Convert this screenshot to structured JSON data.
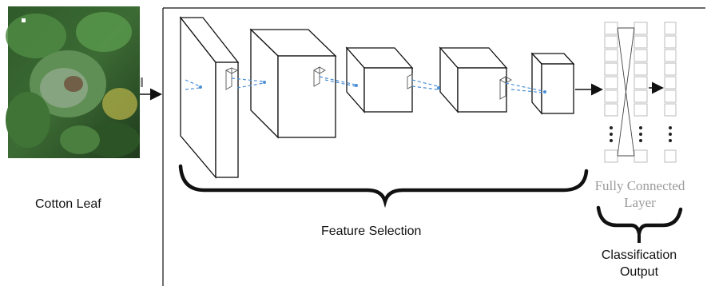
{
  "input_image": {
    "label": "Cotton Leaf",
    "depicts": "leaf-photo"
  },
  "stages": {
    "feature_selection": {
      "label": "Feature Selection"
    },
    "fully_connected": {
      "label_line1": "Fully Connected",
      "label_line2": "Layer"
    },
    "classification": {
      "label_line1": "Classification",
      "label_line2": "Output"
    }
  },
  "colors": {
    "stroke": "#111111",
    "flow_dashes": "#4a8fd6",
    "fc_text": "#9a9a9a"
  }
}
